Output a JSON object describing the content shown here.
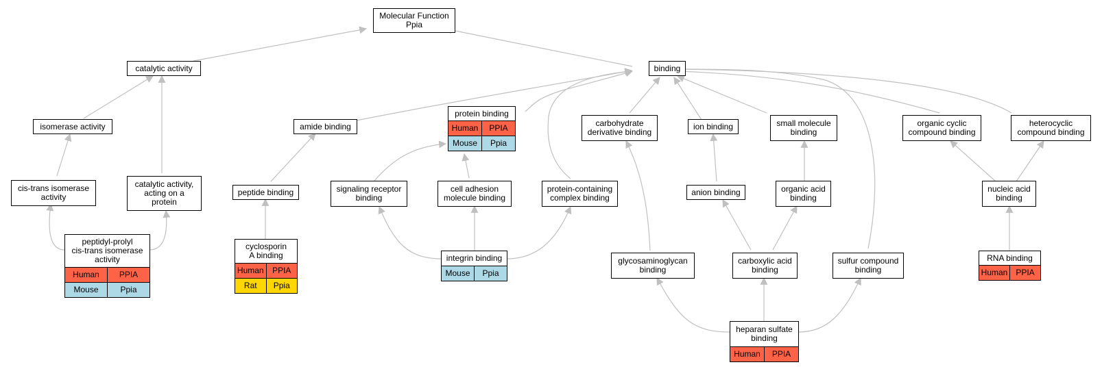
{
  "colors": {
    "human": "#ff6347",
    "mouse": "#add8e6",
    "rat": "#ffd700",
    "edge": "#c0c0c0"
  },
  "nodes": {
    "mf": {
      "label": "Molecular Function\nPpia"
    },
    "cat": {
      "label": "catalytic activity"
    },
    "bind": {
      "label": "binding"
    },
    "iso": {
      "label": "isomerase activity"
    },
    "amide": {
      "label": "amide binding"
    },
    "prot": {
      "label": "protein binding",
      "rows": [
        [
          "Human",
          "PPIA"
        ],
        [
          "Mouse",
          "Ppia"
        ]
      ]
    },
    "carbder": {
      "label": "carbohydrate\nderivative binding"
    },
    "ion": {
      "label": "ion binding"
    },
    "small": {
      "label": "small molecule\nbinding"
    },
    "occ": {
      "label": "organic cyclic\ncompound binding"
    },
    "het": {
      "label": "heterocyclic\ncompound binding"
    },
    "cti": {
      "label": "cis-trans isomerase\nactivity"
    },
    "catprot": {
      "label": "catalytic activity,\nacting on a\nprotein"
    },
    "pep": {
      "label": "peptide binding"
    },
    "sig": {
      "label": "signaling receptor\nbinding"
    },
    "cam": {
      "label": "cell adhesion\nmolecule binding"
    },
    "pcc": {
      "label": "protein-containing\ncomplex binding"
    },
    "anion": {
      "label": "anion binding"
    },
    "oacid": {
      "label": "organic acid\nbinding"
    },
    "nuc": {
      "label": "nucleic acid\nbinding"
    },
    "ppi": {
      "label": "peptidyl-prolyl\ncis-trans isomerase\nactivity",
      "rows": [
        [
          "Human",
          "PPIA"
        ],
        [
          "Mouse",
          "Ppia"
        ]
      ]
    },
    "cyc": {
      "label": "cyclosporin\nA binding",
      "rows": [
        [
          "Human",
          "PPIA"
        ],
        [
          "Rat",
          "Ppia"
        ]
      ]
    },
    "int": {
      "label": "integrin binding",
      "rows": [
        [
          "Mouse",
          "Ppia"
        ]
      ]
    },
    "gag": {
      "label": "glycosaminoglycan\nbinding"
    },
    "carbox": {
      "label": "carboxylic acid\nbinding"
    },
    "sulf": {
      "label": "sulfur compound\nbinding"
    },
    "rna": {
      "label": "RNA binding",
      "rows": [
        [
          "Human",
          "PPIA"
        ]
      ]
    },
    "hep": {
      "label": "heparan sulfate\nbinding",
      "rows": [
        [
          "Human",
          "PPIA"
        ]
      ]
    }
  }
}
